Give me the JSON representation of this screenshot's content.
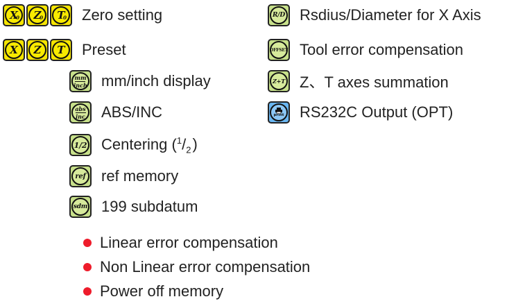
{
  "left_features": [
    {
      "label": "Zero setting"
    },
    {
      "label": "Preset"
    },
    {
      "label": "mm/inch display"
    },
    {
      "label": "ABS/INC"
    },
    {
      "label_main": "Centering (",
      "label_sup": "1",
      "label_slash": "/",
      "label_sub": "2",
      "label_close": ")"
    },
    {
      "label": "ref memory"
    },
    {
      "label": "199 subdatum"
    }
  ],
  "right_features": [
    {
      "label": "Rsdius/Diameter for X Axis"
    },
    {
      "label": "Tool error compensation"
    },
    {
      "label": "Z、T axes summation"
    },
    {
      "label": "RS232C Output (OPT)"
    }
  ],
  "bullets": [
    "Linear error compensation",
    "Non Linear error compensation",
    "Power off memory"
  ],
  "keys": {
    "x_zero": {
      "main": "X",
      "sub": "0"
    },
    "z_zero": {
      "main": "Z",
      "sub": "0"
    },
    "t_zero": {
      "main": "T",
      "sub": "0"
    },
    "x_preset": "X",
    "z_preset": "Z",
    "t_preset": "T",
    "mm_inch": {
      "top": "mm",
      "bottom": "inch"
    },
    "abs_inc": {
      "top": "abs",
      "bottom": "inc"
    },
    "half": "1/2",
    "ref": "ref",
    "sdm": "sdm",
    "rd": "R/D",
    "offset": "OFFSET",
    "zt": "Z+T",
    "print": "print"
  },
  "colors": {
    "yellow": "#f5e400",
    "green": "#c7e08a",
    "blue": "#69b6f1",
    "bullet": "#ee1c2b"
  }
}
